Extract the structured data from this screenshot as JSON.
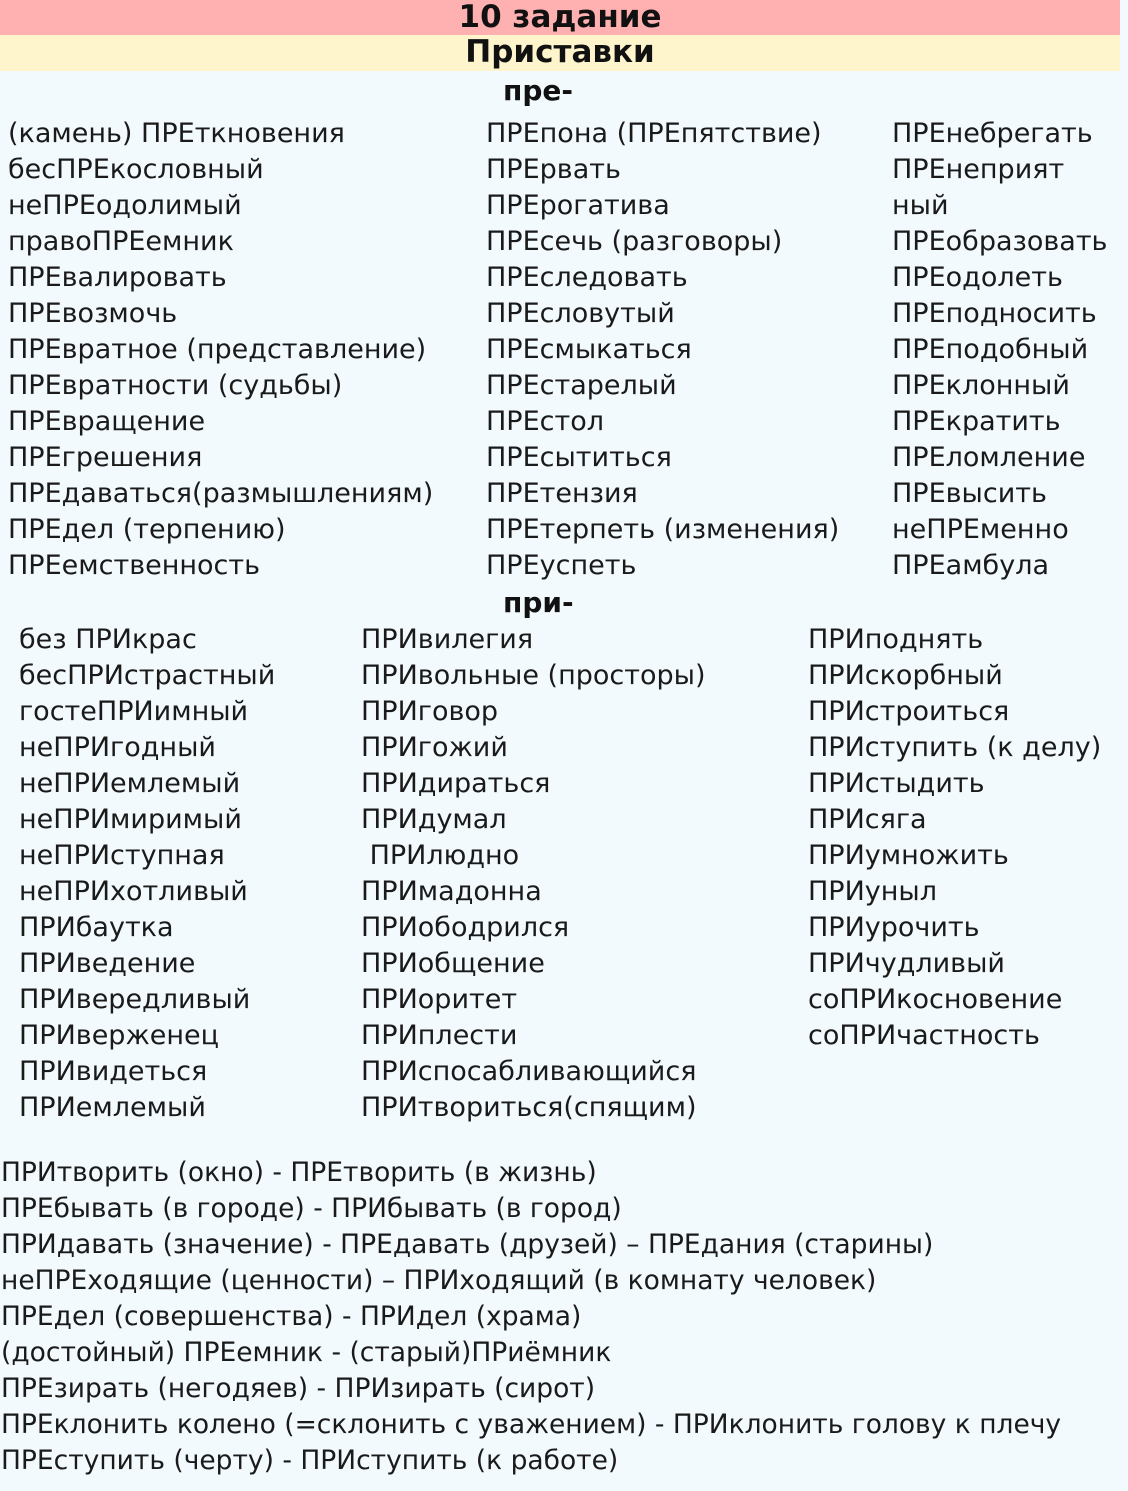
{
  "header": {
    "title": "10 задание",
    "subtitle": "Приставки"
  },
  "pre": {
    "heading": "пре-",
    "col1": [
      "(камень) ПРЕткновения",
      "бесПРЕкословный",
      "неПРЕодолимый",
      "правоПРЕемник",
      "ПРЕвалировать",
      "ПРЕвозмочь",
      "ПРЕвратное (представление)",
      "ПРЕвратности (судьбы)",
      "ПРЕвращение",
      "ПРЕгрешения",
      "ПРЕдаваться(размышлениям)",
      "ПРЕдел (терпению)",
      "ПРЕемственность"
    ],
    "col2": [
      "ПРЕпона (ПРЕпятствие)",
      "ПРЕрвать",
      "ПРЕрогатива",
      "ПРЕсечь (разговоры)",
      "ПРЕследовать",
      "ПРЕсловутый",
      "ПРЕсмыкаться",
      "ПРЕстарелый",
      "ПРЕстол",
      "ПРЕсытиться",
      "ПРЕтензия",
      "ПРЕтерпеть (изменения)",
      "ПРЕуспеть"
    ],
    "col3": [
      "ПРЕнебрегать",
      "ПРЕнеприят",
      "ный",
      "ПРЕобразовать",
      "ПРЕодолеть",
      "ПРЕподносить",
      "ПРЕподобный",
      "ПРЕклонный",
      "ПРЕкратить",
      "ПРЕломление",
      "ПРЕвысить",
      "неПРЕменно",
      "ПРЕамбула"
    ]
  },
  "pri": {
    "heading": "при-",
    "col1": [
      "без ПРИкрас",
      "бесПРИстрастный",
      "гостеПРИимный",
      "неПРИгодный",
      "неПРИемлемый",
      "неПРИмиримый",
      "неПРИступная",
      "неПРИхотливый",
      "ПРИбаутка",
      "ПРИведение",
      "ПРИвередливый",
      "ПРИверженец",
      "ПРИвидеться",
      "ПРИемлемый"
    ],
    "col2": [
      "ПРИвилегия",
      "ПРИвольные (просторы)",
      "ПРИговор",
      "ПРИгожий",
      "ПРИдираться",
      "ПРИдумал",
      " ПРИлюдно",
      "ПРИмадонна",
      "ПРИободрился",
      "ПРИобщение",
      "ПРИоритет",
      "ПРИплести",
      "ПРИспосабливающийся",
      "ПРИтвориться(спящим)"
    ],
    "col3": [
      "ПРИподнять",
      "ПРИскорбный",
      "ПРИстроиться",
      "ПРИступить (к делу)",
      "ПРИстыдить",
      "ПРИсяга",
      "ПРИумножить",
      "ПРИуныл",
      "ПРИурочить",
      "ПРИчудливый",
      "соПРИкосновение",
      "соПРИчастность"
    ]
  },
  "pairs": [
    "ПРИтворить (окно) - ПРЕтворить (в жизнь)",
    "ПРЕбывать (в городе) - ПРИбывать (в город)",
    "ПРИдавать (значение) - ПРЕдавать (друзей) – ПРЕдания (старины)",
    "неПРЕходящие (ценности) – ПРИходящий (в комнату человек)",
    "ПРЕдел (совершенства) - ПРИдел (храма)",
    "(достойный) ПРЕемник - (старый)ПРиёмник",
    "ПРЕзирать (негодяев) - ПРИзирать (сирот)",
    "ПРЕклонить колено (=склонить с уважением) - ПРИклонить голову к плечу",
    "ПРЕступить (черту) - ПРИступить (к работе)"
  ]
}
